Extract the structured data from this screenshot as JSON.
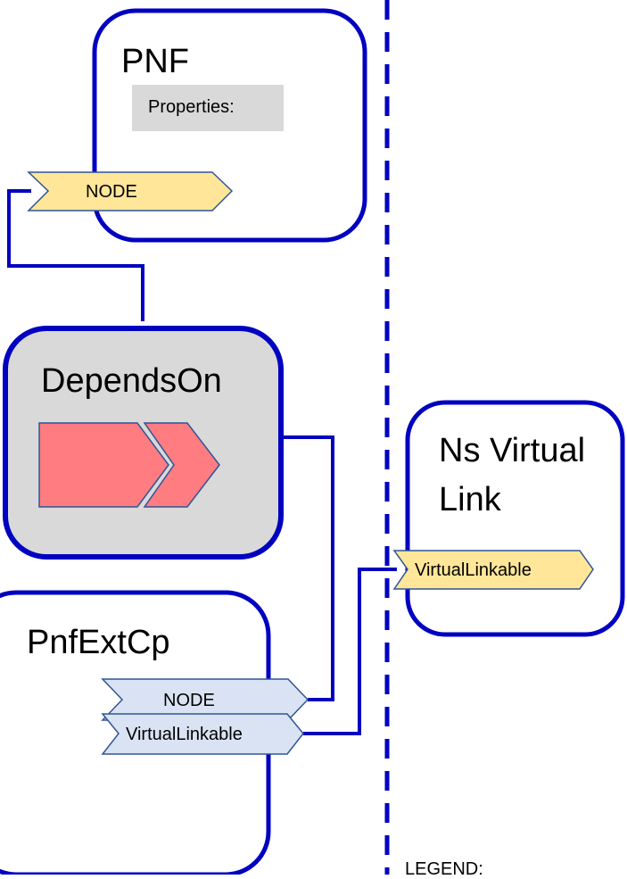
{
  "pnf": {
    "title": "PNF",
    "properties_label": "Properties:",
    "capability_label": "NODE"
  },
  "depends_on": {
    "title": "DependsOn",
    "icon": "relationship-chevron-icon",
    "icon_color": "#FF7C80"
  },
  "pnf_ext_cp": {
    "title": "PnfExtCp",
    "requirements": [
      "NODE",
      "VirtualLinkable"
    ]
  },
  "ns_virtual_link": {
    "title_line1": "Ns Virtual",
    "title_line2": "Link",
    "capability_label": "VirtualLinkable"
  },
  "legend": {
    "label": "LEGEND:"
  },
  "colors": {
    "border": "#0000C0",
    "capability_fill": "#FFE699",
    "requirement_fill": "#DAE3F3",
    "relationship_fill": "#D9D9D9",
    "properties_fill": "#D9D9D9"
  }
}
